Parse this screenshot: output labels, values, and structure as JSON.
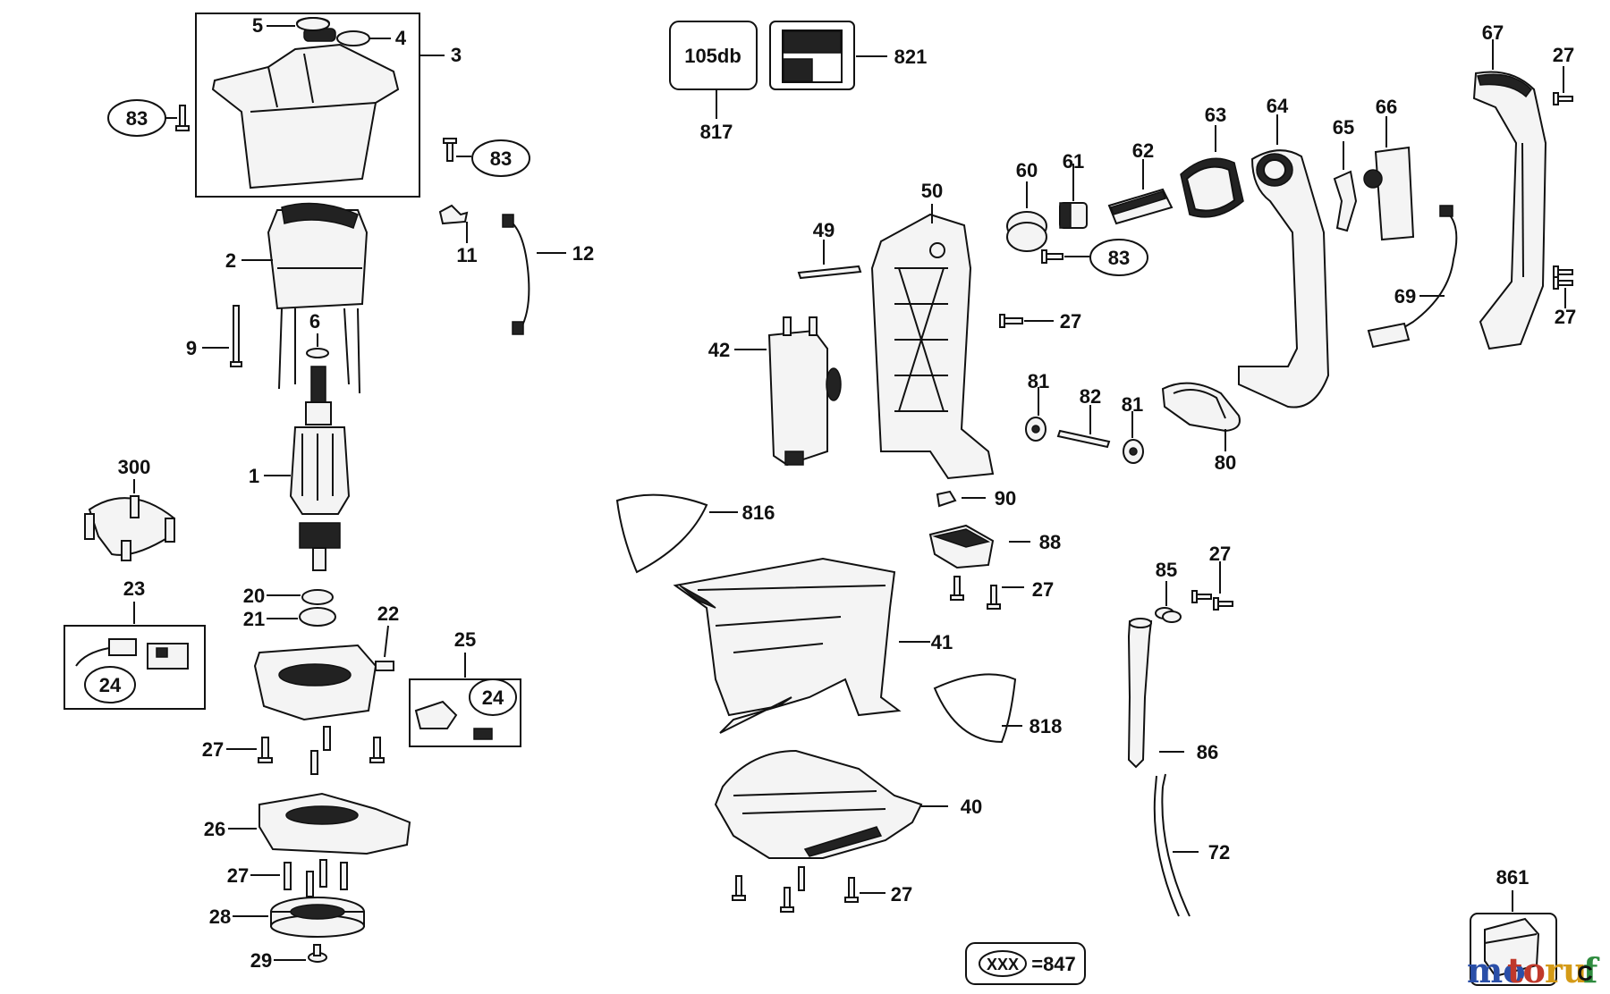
{
  "callouts": {
    "p1": "1",
    "p2": "2",
    "p3": "3",
    "p4": "4",
    "p5": "5",
    "p6": "6",
    "p9": "9",
    "p11": "11",
    "p12": "12",
    "p20": "20",
    "p21": "21",
    "p22": "22",
    "p23": "23",
    "p24a": "24",
    "p24b": "24",
    "p25": "25",
    "p26": "26",
    "p27a": "27",
    "p27b": "27",
    "p27c": "27",
    "p27d": "27",
    "p27e": "27",
    "p27f": "27",
    "p27g": "27",
    "p27h": "27",
    "p28": "28",
    "p29": "29",
    "p300": "300",
    "p40": "40",
    "p41": "41",
    "p42": "42",
    "p49": "49",
    "p50": "50",
    "p60": "60",
    "p61": "61",
    "p62": "62",
    "p63": "63",
    "p64": "64",
    "p65": "65",
    "p66": "66",
    "p67": "67",
    "p69": "69",
    "p72": "72",
    "p80": "80",
    "p81a": "81",
    "p81b": "81",
    "p82": "82",
    "p83a": "83",
    "p83b": "83",
    "p83c": "83",
    "p85": "85",
    "p86": "86",
    "p88": "88",
    "p90": "90",
    "p816": "816",
    "p817": "817",
    "p818": "818",
    "p821": "821",
    "p861": "861"
  },
  "noise_label": {
    "text": "105db"
  },
  "legend": {
    "symbol": "XXX",
    "equals": "=847"
  },
  "watermark": {
    "part1": "mo",
    "part2": "to",
    "part3": "ru",
    "part4": "f"
  },
  "corner_mark": "C"
}
